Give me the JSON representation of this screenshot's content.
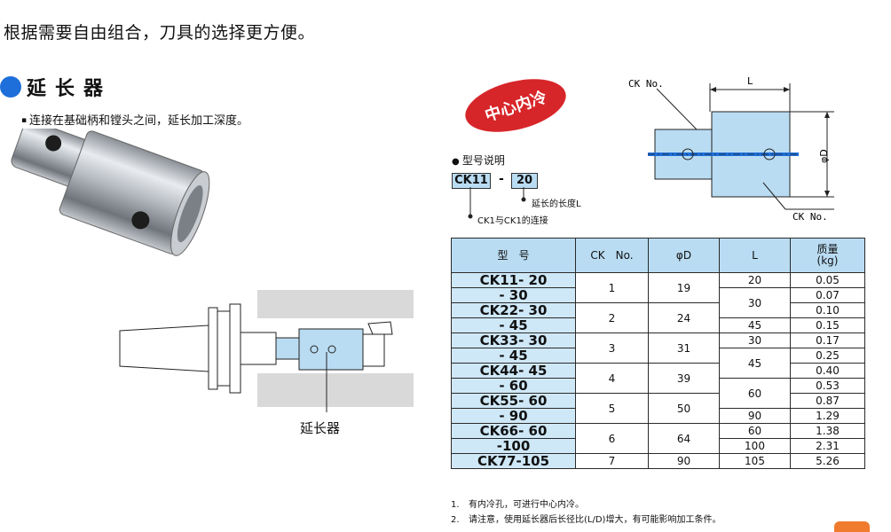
{
  "intro": {
    "text": "根据需要自由组合，刀具的选择更方便。"
  },
  "section": {
    "title": "延长器",
    "description": "连接在基础柄和镗头之间，延长加工深度。"
  },
  "diagram_callout": {
    "label": "延长器"
  },
  "badge": {
    "text": "中心内冷"
  },
  "model_explanation": {
    "heading": "型号说明",
    "code_part_a": "CK11",
    "separator": "-",
    "code_part_b": "20",
    "length_note": "延长的长度L",
    "connection_note": "CK1与CK1的连接"
  },
  "dimension_diagram": {
    "ck_label_top": "CK No.",
    "length_label": "L",
    "diameter_label": "φD",
    "ck_label_bottom": "CK No."
  },
  "table": {
    "headers": {
      "model": "型　号",
      "ck": "CK　No.",
      "d": "φD",
      "l": "L",
      "mass_line1": "质量",
      "mass_line2": "(kg)"
    },
    "models": [
      "CK11- 20",
      "- 30",
      "CK22- 30",
      "- 45",
      "CK33- 30",
      "- 45",
      "CK44- 45",
      "- 60",
      "CK55- 60",
      "- 90",
      "CK66- 60",
      "-100",
      "CK77-105"
    ],
    "groups": [
      {
        "ck": "1",
        "d": "19"
      },
      {
        "ck": "2",
        "d": "24"
      },
      {
        "ck": "3",
        "d": "31"
      },
      {
        "ck": "4",
        "d": "39"
      },
      {
        "ck": "5",
        "d": "50"
      },
      {
        "ck": "6",
        "d": "64"
      },
      {
        "ck": "7",
        "d": "90"
      }
    ],
    "lengths": [
      "20",
      "30",
      "45",
      "30",
      "45",
      "60",
      "90",
      "60",
      "100",
      "105"
    ],
    "masses": [
      "0.05",
      "0.07",
      "0.10",
      "0.15",
      "0.17",
      "0.25",
      "0.40",
      "0.53",
      "0.87",
      "1.29",
      "1.38",
      "2.31",
      "5.26"
    ]
  },
  "footnotes": [
    {
      "num": "1.",
      "text": "有内冷孔，可进行中心内冷。"
    },
    {
      "num": "2.",
      "text": "请注意，使用延长器后长径比(L/D)增大，有可能影响加工条件。"
    }
  ]
}
